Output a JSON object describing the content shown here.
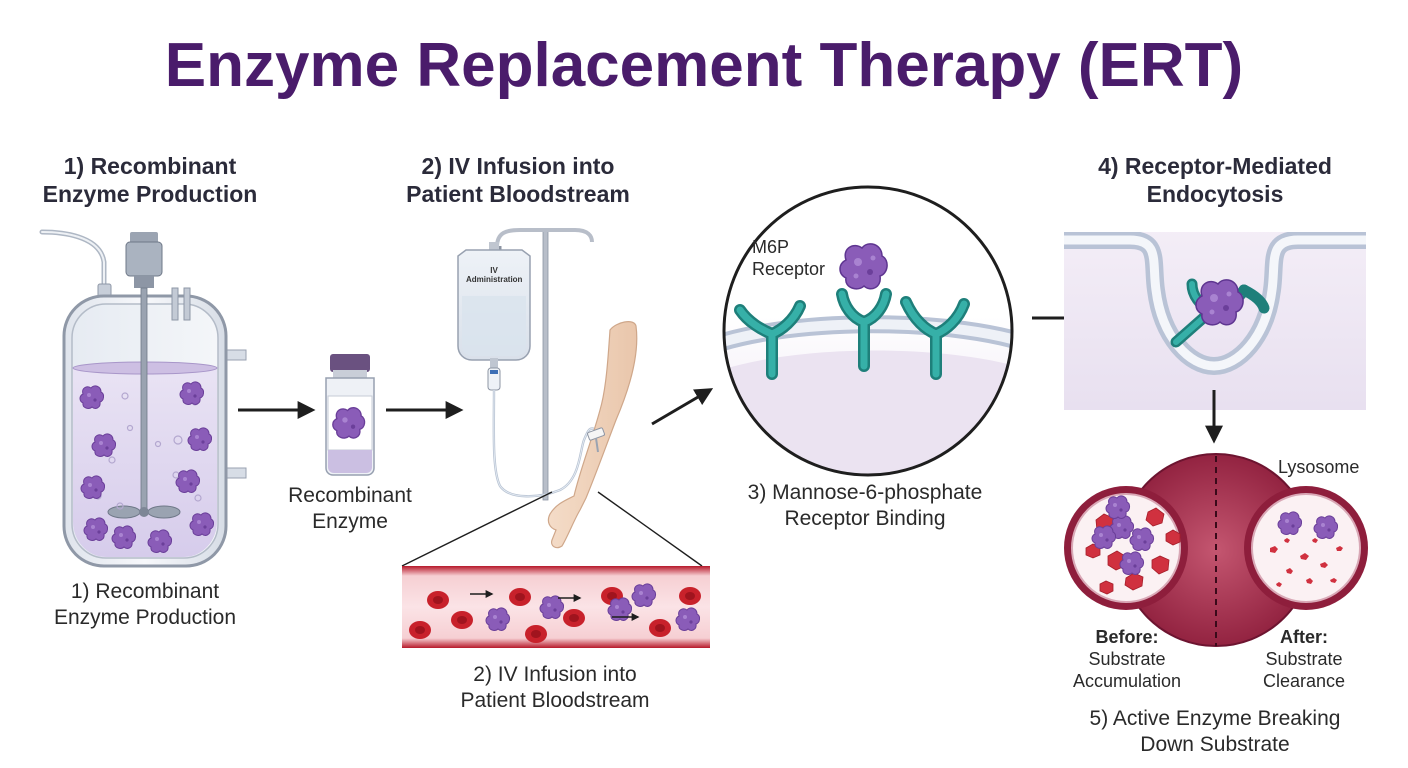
{
  "title": "Enzyme Replacement Therapy (ERT)",
  "steps": {
    "s1_heading": [
      "1) Recombinant",
      "Enzyme Production"
    ],
    "s2_heading": [
      "2) IV Infusion into",
      "Patient Bloodstream"
    ],
    "s4_heading": [
      "4) Receptor-Mediated",
      "Endocytosis"
    ]
  },
  "captions": {
    "s1": [
      "1) Recombinant",
      "Enzyme Production"
    ],
    "vial": [
      "Recombinant",
      "Enzyme"
    ],
    "s2": [
      "2) IV Infusion into",
      "Patient Bloodstream"
    ],
    "s3": [
      "3) Mannose-6-phosphate",
      "Receptor Binding"
    ],
    "s5": [
      "5) Active Enzyme Breaking",
      "Down Substrate"
    ]
  },
  "labels": {
    "iv_bag": [
      "IV",
      "Administration"
    ],
    "receptor": [
      "M6P",
      "Receptor"
    ],
    "lysosome": "Lysosome",
    "before_title": "Before:",
    "before_text": [
      "Substrate",
      "Accumulation"
    ],
    "after_title": "After:",
    "after_text": [
      "Substrate",
      "Clearance"
    ]
  },
  "colors": {
    "title": "#4a1c6b",
    "enzyme": "#8a5cb8",
    "receptor": "#2a9a93",
    "rbc": "#c8212b",
    "lysosome": "#9b2545",
    "membrane": "#b9c3d6"
  }
}
